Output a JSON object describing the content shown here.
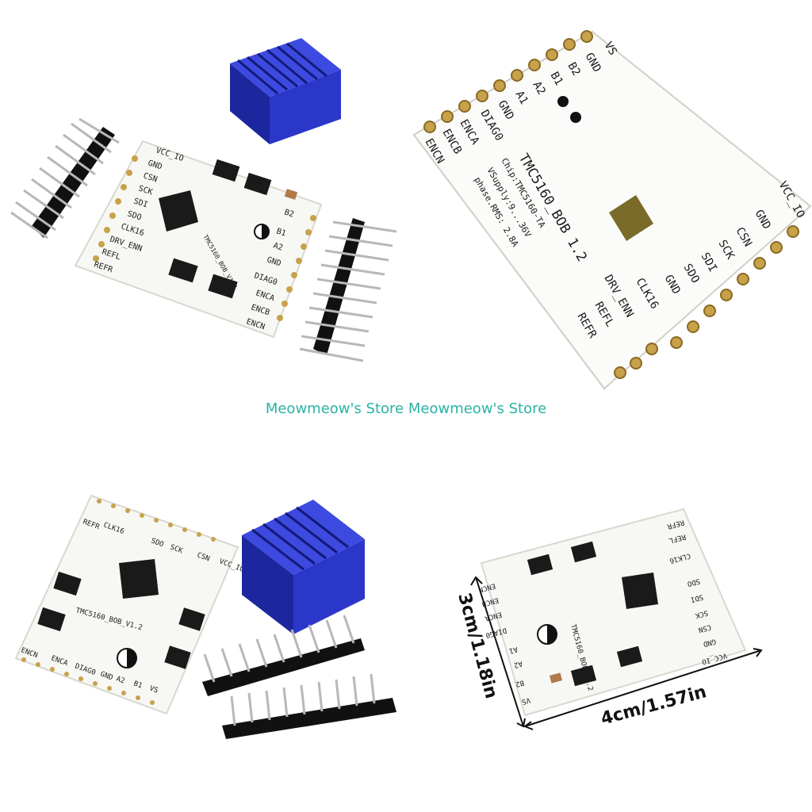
{
  "watermark": "Meowmeow's Store Meowmeow's Store",
  "board": {
    "title": "TMC5160_BOB 1.2",
    "title_small": "TMC5160_BOB_V1.2",
    "chip": "Chip:TMC5160-TA",
    "vsupply": "VSupply:9...36V",
    "phase": "phase.RMS: 2.8A",
    "left_pins": [
      "VCC_IO",
      "GND",
      "CSN",
      "SCK",
      "SDI",
      "SDO",
      "GND",
      "CLK16",
      "DRV_ENN",
      "REFL",
      "REFR"
    ],
    "right_pins": [
      "VS",
      "GND",
      "B2",
      "B1",
      "A2",
      "A1",
      "GND",
      "DIAG0",
      "ENCA",
      "ENCB",
      "ENCN"
    ],
    "top_pins_top": [
      "VS",
      "GND",
      "B2",
      "B1",
      "A2",
      "A1",
      "GND",
      "DIAG0",
      "ENCA",
      "ENCB",
      "ENCN"
    ],
    "bottom_pins_top": [
      "VCC_IO",
      "GND",
      "CSN",
      "SCK",
      "SDI",
      "SDO",
      "GND",
      "CLK16",
      "DRV_ENN",
      "REFL",
      "REFR"
    ]
  },
  "dimensions": {
    "height": "3cm/1.18in",
    "width": "4cm/1.57in"
  },
  "colors": {
    "heatsink": "#2a37c9",
    "pcb": "#f7f7f4",
    "gold": "#c8a24a",
    "watermark": "#2ab3a6",
    "chip": "#1a1a1a"
  }
}
